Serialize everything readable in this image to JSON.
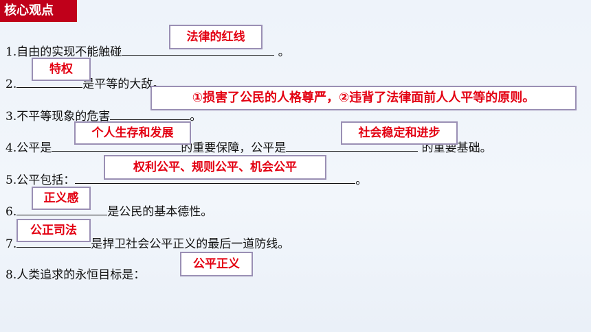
{
  "tag": "核心观点",
  "lines": [
    {
      "pre": "1.自由的实现不能触碰",
      "post": " 。",
      "answer": "法律的红线"
    },
    {
      "pre": "2.",
      "post": "是平等的大敌。",
      "answer": "特权"
    },
    {
      "pre": "3.不平等现象的危害",
      "post": "。",
      "answer": "①损害了公民的人格尊严，②违背了法律面前人人平等的原则。"
    },
    {
      "pre": "4.公平是",
      "mid": "的重要保障，公平是",
      "post": " 的重要基础。",
      "answer": "个人生存和发展",
      "answer2": "社会稳定和进步"
    },
    {
      "pre": "5.公平包括：",
      "post": "。",
      "answer": "权利公平、规则公平、机会公平"
    },
    {
      "pre": "6.",
      "post": "是公民的基本德性。",
      "answer": "正义感"
    },
    {
      "pre": "7.",
      "post": "是捍卫社会公平正义的最后一道防线。",
      "answer": "公正司法"
    },
    {
      "pre": "8.人类追求的永恒目标是：",
      "answer": "公平正义"
    }
  ]
}
